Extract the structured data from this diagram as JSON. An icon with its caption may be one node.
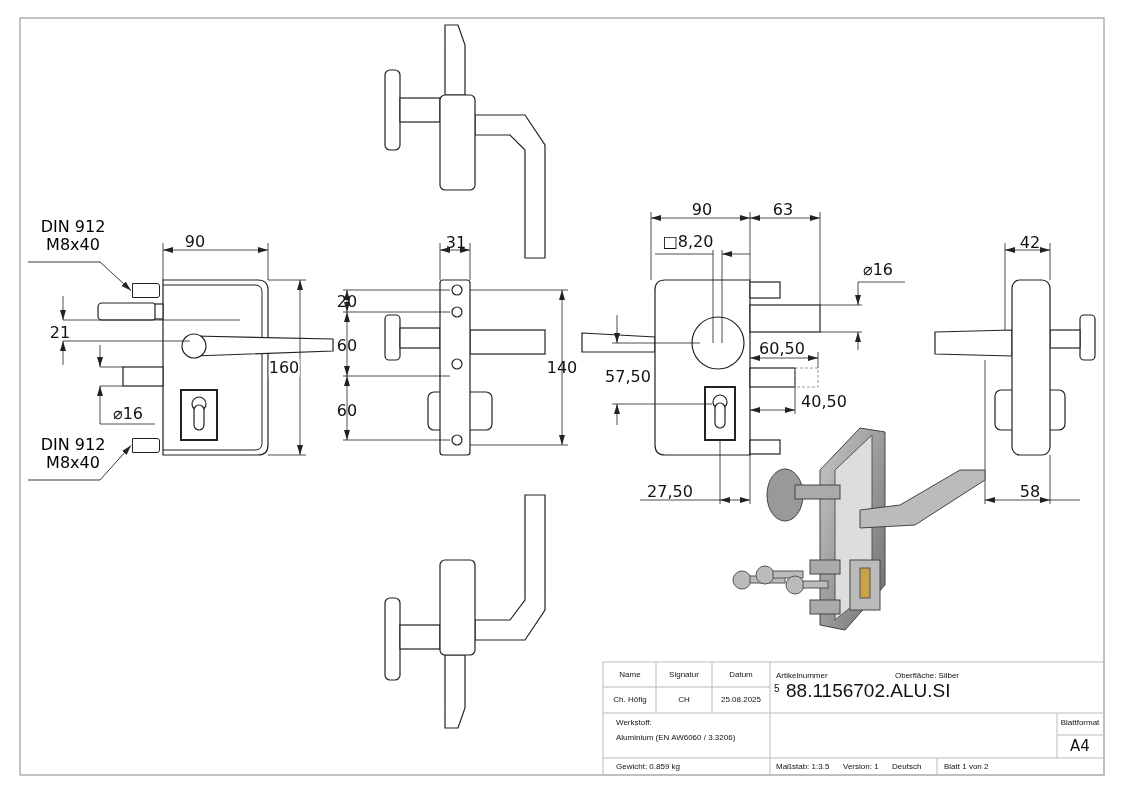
{
  "diagram": {
    "nodes": [
      {
        "text": [
          "DIN 912 M8x40"
        ]
      },
      {
        "text": [],
        "shape": "box"
      },
      {
        "text": [
          "DIN 912 M8x40"
        ]
      },
      {
        "text": [],
        "shape": "box"
      }
    ],
    "edges": [
      {
        "from": 0,
        "to": 1,
        "arrow": "to"
      },
      {
        "from": 2,
        "to": 3,
        "arrow": "to"
      }
    ],
    "labels": [
      "90",
      "21",
      "160",
      "⌀16",
      "31",
      "20",
      "60",
      "60",
      "140",
      "90",
      "63",
      "□8,20",
      "⌀16",
      "60,50",
      "57,50",
      "40,50",
      "27,50",
      "42",
      "58",
      "Name",
      "Signatur",
      "Datum",
      "Artikelnummer",
      "Oberfläche:  Silber",
      "Ch. Höfig",
      "CH",
      "25.08.2025",
      "5",
      "88.1156702.ALU.SI",
      "Werkstoff:",
      "Aluminium (EN AW6060 / 3.3206)",
      "Blattformat",
      "A4",
      "Gewicht: 0.859 kg",
      "Maßstab: 1:3.5",
      "Version: 1",
      "Deutsch",
      "Blatt 1 von 2"
    ]
  }
}
